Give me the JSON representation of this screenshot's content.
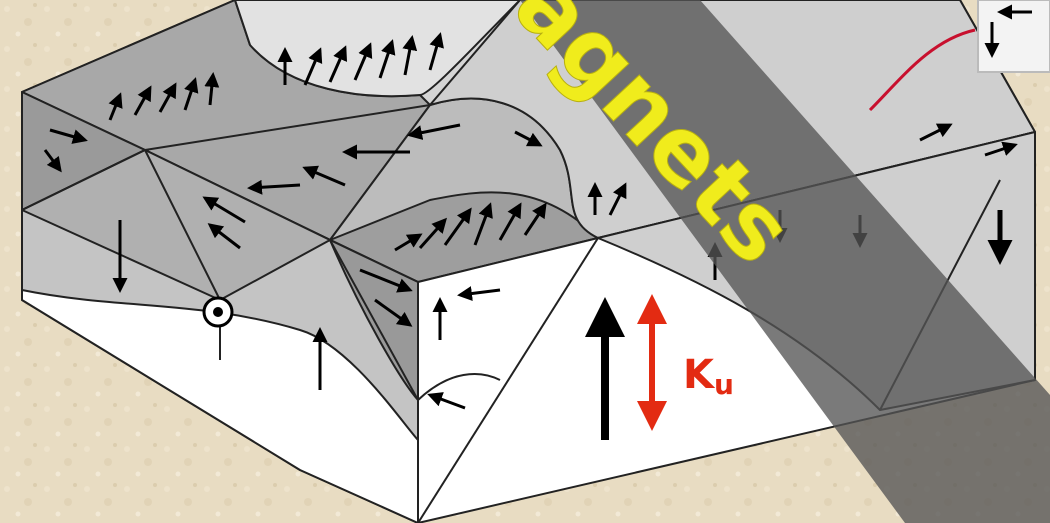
{
  "diagram": {
    "anisotropy_label": {
      "main": "K",
      "subscript": "u"
    },
    "banner": {
      "text": "Magnets",
      "visible_part": "agnets"
    },
    "colors": {
      "background": "#e8dcc2",
      "block_top_light": "#d9d9d9",
      "block_mid": "#bdbdbd",
      "block_dark": "#a9a9a9",
      "front_face_white": "#ffffff",
      "banner_fill": "#555555",
      "banner_text": "#f0ec1c",
      "anisotropy_arrow": "#e32b12",
      "magnetization_arrow": "#000000"
    },
    "icons": {
      "out_of_plane": "dot-in-circle-icon",
      "magnetization": "arrow-icon",
      "easy_axis": "double-headed-arrow-icon"
    }
  }
}
